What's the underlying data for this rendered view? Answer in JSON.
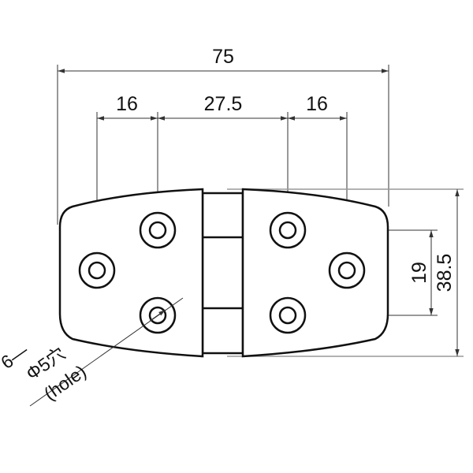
{
  "dimensions": {
    "overall_width": "75",
    "hole_spacing_left": "16",
    "hole_spacing_center": "27.5",
    "hole_spacing_right": "16",
    "hole_vertical_spacing": "19",
    "overall_height": "38.5"
  },
  "hole_note": {
    "count": "6—",
    "diameter": "Φ5穴",
    "translation": "(hole)"
  }
}
